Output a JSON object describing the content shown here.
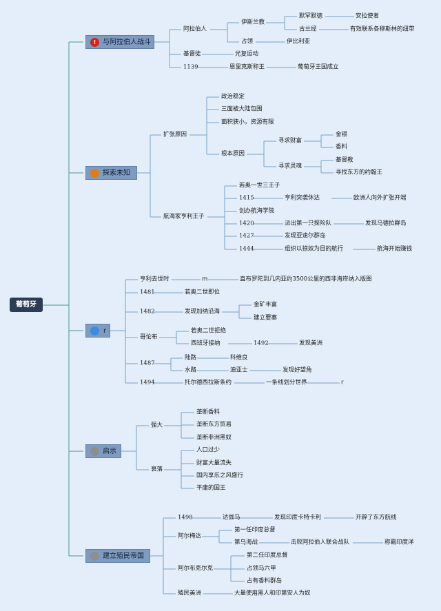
{
  "root": "葡萄牙",
  "branches": [
    {
      "label": "与阿拉伯人战斗",
      "icon": "!",
      "icon_color": "#d8231b"
    },
    {
      "label": "探索未知",
      "icon": "",
      "icon_color": "#e07c1b"
    },
    {
      "label": "r",
      "icon": "",
      "icon_color": "#3a8de0"
    },
    {
      "label": "启示",
      "icon": "",
      "icon_color": "#8e8e8e"
    },
    {
      "label": "建立殖民帝国",
      "icon": "",
      "icon_color": "#8e8e8e"
    }
  ],
  "b1": {
    "arab": "阿拉伯人",
    "islam": "伊斯兰教",
    "muhammad": "默罕默德",
    "messenger": "安拉使者",
    "quran": "古兰经",
    "quran_note": "有效联系各穆斯林的纽带",
    "occupy": "占领",
    "iberia": "伊比利亚",
    "christian": "基督徒",
    "reconquista": "光复运动",
    "y1139": "1139",
    "enrique_king": "恩里克斯称王",
    "kingdom": "葡萄牙王国成立"
  },
  "b2": {
    "expand_reason": "扩张原因",
    "political": "政治稳定",
    "surrounded": "三面被大陆包围",
    "small_land": "面积狭小，资源有限",
    "root_reason": "根本原因",
    "wealth": "寻求财富",
    "gold": "金银",
    "spice": "香料",
    "soul": "寻求灵魂",
    "christianity": "基督教",
    "prester": "寻找东方的约翰王",
    "henry": "航海家亨利王子",
    "third_prince": "若奥一世三王子",
    "y1415": "1415",
    "ceuta": "亨利突袭休达",
    "europe_expand": "欧洲人向外扩张开端",
    "school": "创办航海学院",
    "y1420": "1420",
    "first_team": "派出第一只探险队",
    "madeira": "发现马德拉群岛",
    "y1427": "1427",
    "azores": "发现亚速尔群岛",
    "y1444": "1444",
    "slave_voyage": "组织以掠奴为目的航行",
    "profit": "航海开始赚钱"
  },
  "b3": {
    "henry_death": "亨利去世时",
    "m": "m",
    "cape_bojador": "直布罗陀到几内亚约3500公里的西非海岸纳入版图",
    "y1481": "1481",
    "joao2": "若奥二世即位",
    "y1482": "1482",
    "gold_coast": "发现加纳沿海",
    "gold_rich": "金矿丰富",
    "fortress": "建立要塞",
    "columbus": "哥伦布",
    "joao2_refuse": "若奥二世拒绝",
    "spain_accept": "西班牙接纳",
    "y1492": "1492",
    "america": "发现美洲",
    "y1487": "1487",
    "land": "陆路",
    "covilha": "科维良",
    "sea": "水路",
    "dias": "迪亚士",
    "cape": "发现好望角",
    "y1494": "1494",
    "tordesillas": "托尔德西拉斯条约",
    "one_line": "一条线划分世界",
    "r": "r"
  },
  "b4": {
    "strong": "强大",
    "mono_spice": "垄断香料",
    "mono_trade": "垄断东方贸易",
    "mono_slave": "垄断非洲黑奴",
    "decline": "衰落",
    "population": "人口过少",
    "wealth_loss": "财富大量流失",
    "luxury": "国内享乐之风盛行",
    "mediocre": "平庸的国王"
  },
  "b5": {
    "y1498": "1498",
    "gama": "达伽马",
    "calicut": "发现印度卡特卡利",
    "east_route": "开辟了东方航线",
    "almeida": "阿尔梅达",
    "viceroy1": "第一任印度总督",
    "diu": "第乌海战",
    "defeat_arab": "击败阿拉伯人联合战队",
    "dominate": "称霸印度洋",
    "albuquerque": "阿尔布克尔克",
    "viceroy2": "第二任印度总督",
    "malacca": "占领马六甲",
    "spice_islands": "占有香料群岛",
    "colony_america": "殖民美洲",
    "slaves": "大量使用黑人和印第安人为奴"
  }
}
